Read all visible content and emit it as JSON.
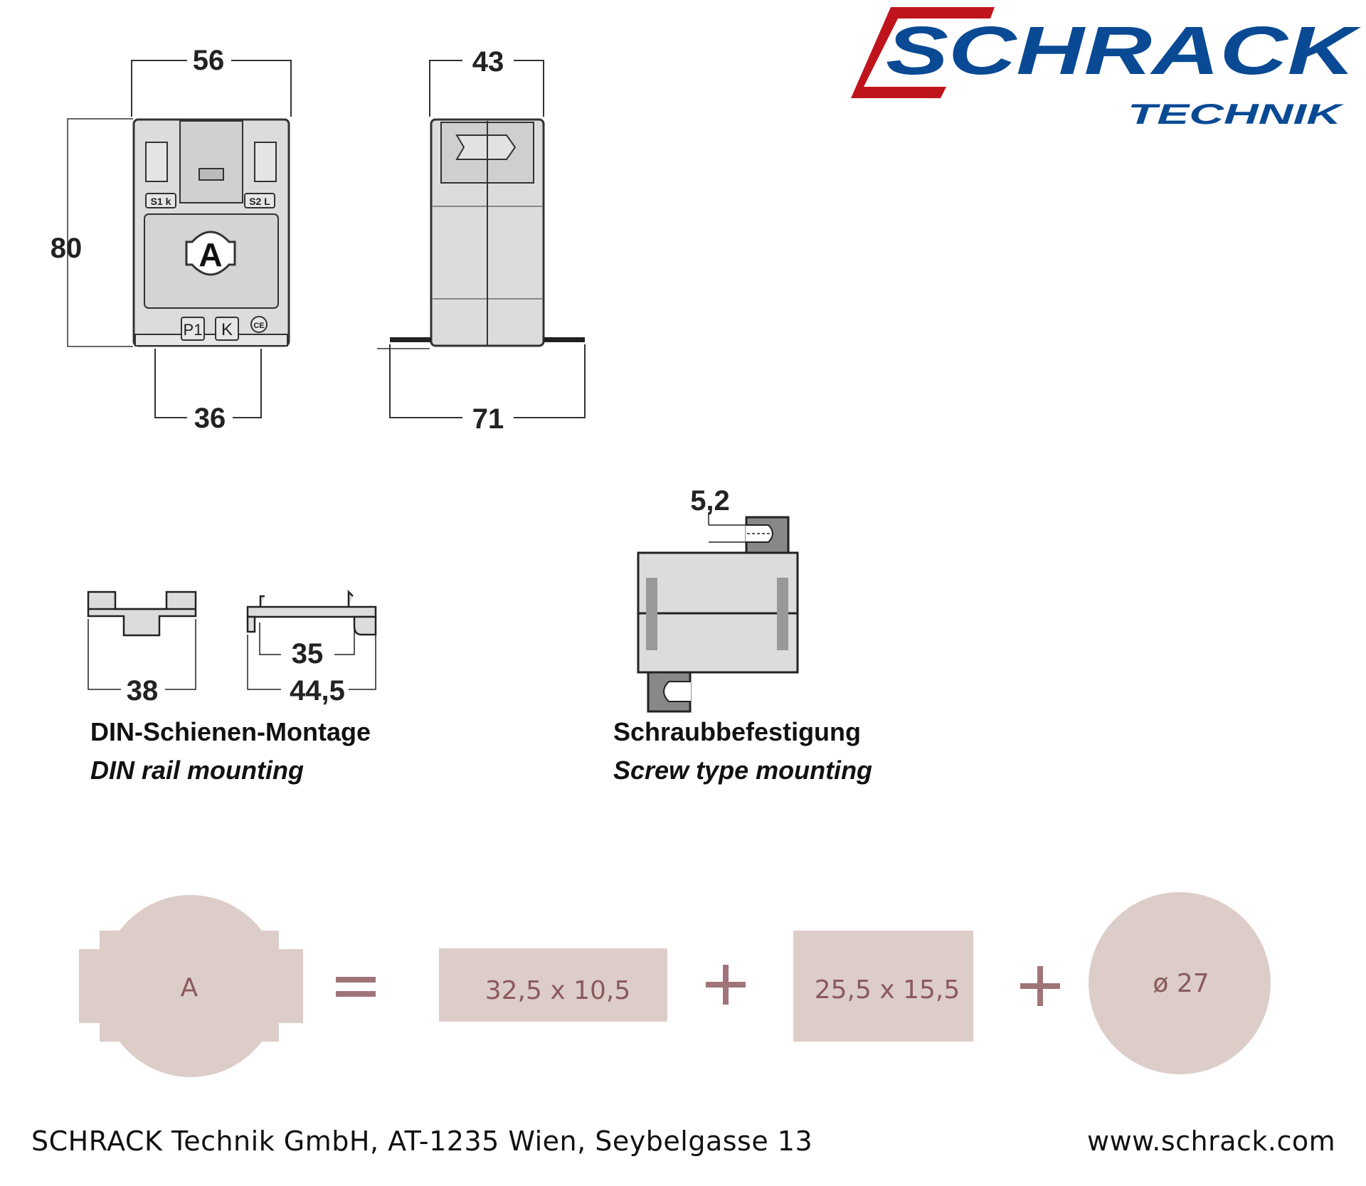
{
  "logo": {
    "brand": "SCHRACK",
    "sub": "TECHNIK"
  },
  "front_view": {
    "width_top": "56",
    "height": "80",
    "width_bottom": "36",
    "aperture_label": "A",
    "terminal_s1": "S1 k",
    "terminal_s2": "S2 L",
    "mark_p1": "P1",
    "mark_k": "K",
    "mark_ce": "CE"
  },
  "side_view": {
    "width_top": "43",
    "width_bottom": "71"
  },
  "din_mounting": {
    "dim_38": "38",
    "dim_35": "35",
    "dim_44_5": "44,5",
    "title_de": "DIN-Schienen-Montage",
    "title_en": "DIN rail mounting"
  },
  "screw_mounting": {
    "dim_5_2": "5,2",
    "title_de": "Schraubbefestigung",
    "title_en": "Screw type mounting"
  },
  "aperture_equation": {
    "shape_label": "A",
    "equals": "=",
    "plus": "+",
    "option1": "32,5 x 10,5",
    "option2": "25,5 x 15,5",
    "option3": "ø 27",
    "fill_color": "#ddcdc9",
    "text_color": "#8b5a5e"
  },
  "footer": {
    "address": "SCHRACK Technik GmbH, AT-1235 Wien, Seybelgasse 13",
    "website": "www.schrack.com"
  },
  "colors": {
    "logo_blue": "#0a4a94",
    "logo_red": "#c0141c",
    "part_gray": "#dcdcdc"
  }
}
